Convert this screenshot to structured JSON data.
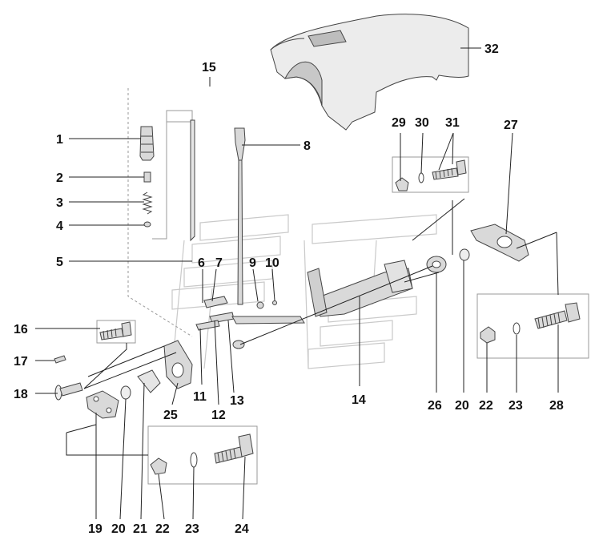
{
  "callouts": [
    {
      "id": "c1",
      "text": "1"
    },
    {
      "id": "c2",
      "text": "2"
    },
    {
      "id": "c3",
      "text": "3"
    },
    {
      "id": "c4",
      "text": "4"
    },
    {
      "id": "c5",
      "text": "5"
    },
    {
      "id": "c6",
      "text": "6"
    },
    {
      "id": "c7",
      "text": "7"
    },
    {
      "id": "c8",
      "text": "8"
    },
    {
      "id": "c9",
      "text": "9"
    },
    {
      "id": "c10",
      "text": "10"
    },
    {
      "id": "c11",
      "text": "11"
    },
    {
      "id": "c12",
      "text": "12"
    },
    {
      "id": "c13",
      "text": "13"
    },
    {
      "id": "c14",
      "text": "14"
    },
    {
      "id": "c15",
      "text": "15"
    },
    {
      "id": "c16",
      "text": "16"
    },
    {
      "id": "c17",
      "text": "17"
    },
    {
      "id": "c18",
      "text": "18"
    },
    {
      "id": "c19",
      "text": "19"
    },
    {
      "id": "c20a",
      "text": "20"
    },
    {
      "id": "c20b",
      "text": "20"
    },
    {
      "id": "c21",
      "text": "21"
    },
    {
      "id": "c22a",
      "text": "22"
    },
    {
      "id": "c22b",
      "text": "22"
    },
    {
      "id": "c23a",
      "text": "23"
    },
    {
      "id": "c23b",
      "text": "23"
    },
    {
      "id": "c24",
      "text": "24"
    },
    {
      "id": "c25",
      "text": "25"
    },
    {
      "id": "c26",
      "text": "26"
    },
    {
      "id": "c27",
      "text": "27"
    },
    {
      "id": "c28",
      "text": "28"
    },
    {
      "id": "c29",
      "text": "29"
    },
    {
      "id": "c30",
      "text": "30"
    },
    {
      "id": "c31",
      "text": "31"
    },
    {
      "id": "c32",
      "text": "32"
    }
  ],
  "colors": {
    "cover_fill": "#ececec",
    "part_fill": "#d9d9d9",
    "watermark": "#cfcfcf"
  }
}
